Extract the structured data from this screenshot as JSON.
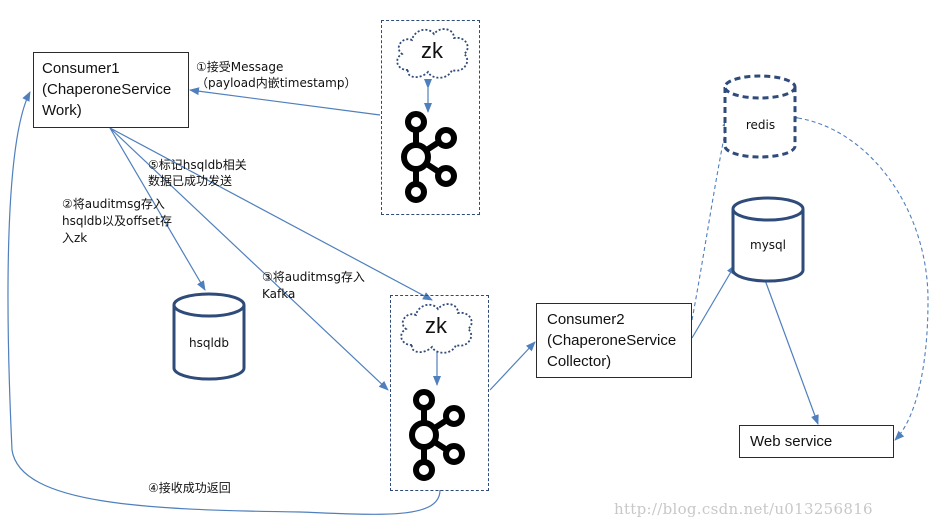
{
  "consumer1": {
    "lines": [
      "Consumer1",
      "(ChaperoneService",
      "Work)"
    ]
  },
  "consumer2": {
    "lines": [
      "Consumer2",
      "(ChaperoneService",
      "Collector)"
    ]
  },
  "webservice": {
    "label": "Web service"
  },
  "zk_top": {
    "label": "zk"
  },
  "zk_bottom": {
    "label": "zk"
  },
  "db_hsqldb": {
    "label": "hsqldb"
  },
  "db_redis": {
    "label": "redis"
  },
  "db_mysql": {
    "label": "mysql"
  },
  "labels": {
    "step1_line1": "①接受Message",
    "step1_line2": "（payload内嵌timestamp）",
    "step5_line1": "⑤标记hsqldb相关",
    "step5_line2": "数据已成功发送",
    "step2_line1": "②将auditmsg存入",
    "step2_line2": "hsqldb以及offset存",
    "step2_line3": "入zk",
    "step3_line1": "③将auditmsg存入",
    "step3_line2": "Kafka",
    "step4": "④接收成功返回"
  },
  "watermark": "http://blog.csdn.net/u013256816",
  "colors": {
    "arrow": "#4f7fbd",
    "box_border": "#2b2b2b",
    "db_border": "#2f4b7a",
    "kafka": "#000000"
  },
  "icons": [
    "cloud-icon",
    "kafka-icon",
    "database-icon"
  ]
}
